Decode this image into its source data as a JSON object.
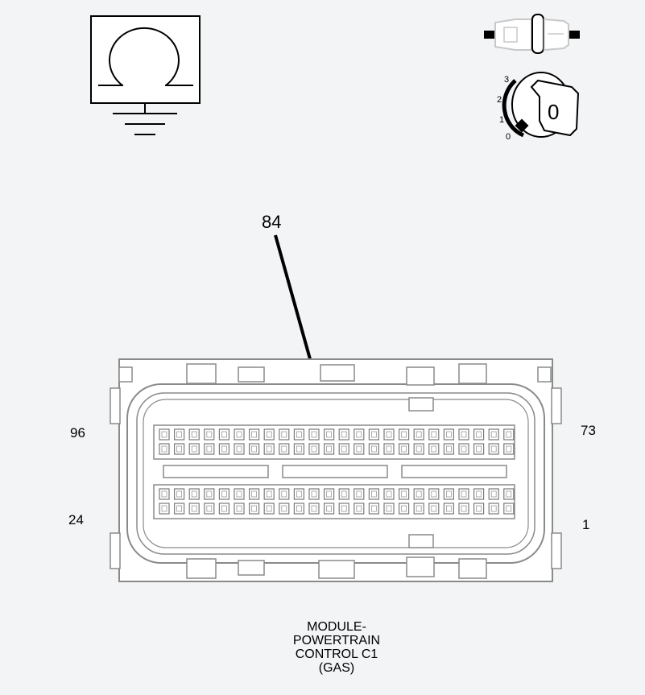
{
  "callout": {
    "pin": "84"
  },
  "pin_labels": {
    "top_left": "96",
    "top_right": "73",
    "bottom_left": "24",
    "bottom_right": "1"
  },
  "ignition": {
    "positions": [
      "3",
      "2",
      "1",
      "0"
    ],
    "key_position": "0"
  },
  "caption": {
    "lines": [
      "MODULE-",
      "POWERTRAIN",
      "CONTROL C1",
      "(GAS)"
    ]
  },
  "colors": {
    "background": "#f3f4f5",
    "line": "#000000",
    "connector_gray": "#9a9a9a",
    "key_gray": "#c4c4c4"
  },
  "icons": {
    "top_left": "ohmmeter-ground-icon",
    "top_right_a": "fuse-icon",
    "top_right_b": "ignition-key-icon"
  }
}
